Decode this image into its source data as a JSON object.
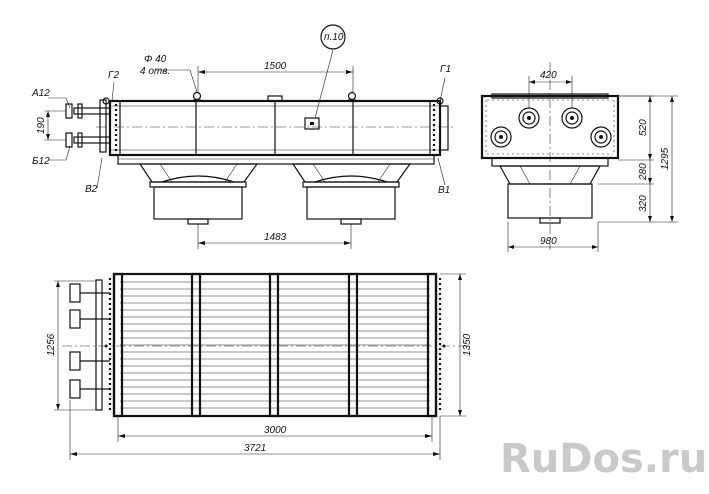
{
  "labels": {
    "diameter": "Φ 40",
    "holes": "4 отв.",
    "note": "п.10",
    "nozzle_a": "А12",
    "nozzle_b": "Б12",
    "nozzle_v2": "В2",
    "nozzle_v1": "В1",
    "nozzle_g2": "Г2",
    "nozzle_g1": "Г1"
  },
  "dimensions": {
    "flange_pitch": "190",
    "top_span": "1500",
    "fan_spacing": "1483",
    "side_top_width": "420",
    "side_520": "520",
    "side_280": "280",
    "side_320": "320",
    "side_total_height": "1295",
    "side_width": "980",
    "plan_inner_height": "1256",
    "plan_outer_height": "1350",
    "plan_core_length": "3000",
    "plan_total_length": "3721"
  },
  "watermark": "RuDos.ru",
  "colors": {
    "line": "#111111",
    "background": "#ffffff",
    "watermark": "#c9c9c9"
  }
}
